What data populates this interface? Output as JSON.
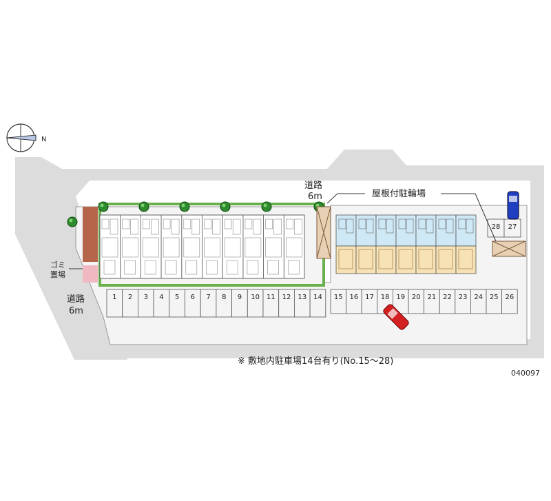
{
  "compass": {
    "north_label": "N"
  },
  "roads": {
    "top_label_line1": "道路",
    "top_label_line2": "6m",
    "left_label_line1": "道路",
    "left_label_line2": "6m"
  },
  "labels": {
    "bike_parking": "屋根付駐輪場",
    "garbage_line1": "ゴミ",
    "garbage_line2": "置場"
  },
  "parking": {
    "left_row": [
      "1",
      "2",
      "3",
      "4",
      "5",
      "6",
      "7",
      "8",
      "9",
      "10",
      "11",
      "12",
      "13",
      "14"
    ],
    "right_row": [
      "15",
      "16",
      "17",
      "18",
      "19",
      "20",
      "21",
      "22",
      "23",
      "24",
      "25",
      "26"
    ],
    "top_right": [
      "28",
      "27"
    ]
  },
  "note": "※ 敷地内駐車場14台有り(No.15～28)",
  "property_code": "040097",
  "colors": {
    "road": "#dcdcdc",
    "building_left": "#ffffff",
    "building_right_front": "#f7e2b5",
    "building_right_back": "#cfe8f5",
    "bike_roof": "#e8d0b4",
    "garbage": "#f0b8c0",
    "tree": "#2e8b2e",
    "hedge": "#6ab04c",
    "car_red": "#d42020",
    "car_blue": "#1f3fc0",
    "brick": "#b5654a"
  }
}
